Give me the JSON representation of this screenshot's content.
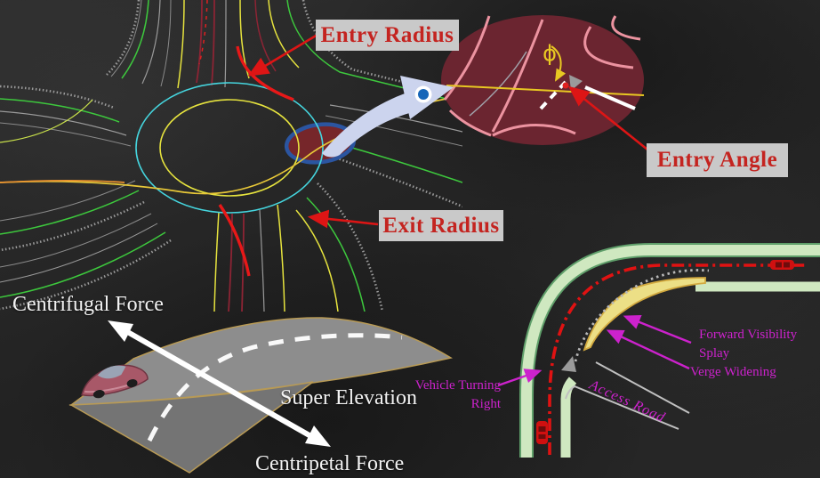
{
  "annotations": {
    "entry_radius": "Entry Radius",
    "exit_radius": "Exit Radius",
    "entry_angle": "Entry Angle"
  },
  "inset": {
    "phi_symbol": "ϕ"
  },
  "force_diagram": {
    "centrifugal": "Centrifugal Force",
    "super_elevation": "Super Elevation",
    "centripetal": "Centripetal Force"
  },
  "junction_diagram": {
    "forward_visibility_line1": "Forward Visibility",
    "forward_visibility_line2": "Splay",
    "verge_widening": "Verge Widening",
    "vehicle_turning_line1": "Vehicle Turning",
    "vehicle_turning_line2": "Right",
    "access_road": "Access Road"
  },
  "colors": {
    "background": "#242424",
    "label_box_bg": "#c9c9c9",
    "label_text_red": "#c42420",
    "annotation_red": "#dd1515",
    "magenta": "#cc22cc",
    "white_text": "#f2f2f2",
    "cad_cyan": "#45d5de",
    "cad_yellow": "#e6e33e",
    "cad_green": "#3dc83d",
    "cad_gray": "#9a9a9a",
    "cad_maroon": "#8c2434",
    "cad_red": "#e81818",
    "inset_maroon": "#6b2530",
    "inset_pink": "#ec93a0",
    "road_gray": "#8d8d8d",
    "road_edge_tan": "#b89a55",
    "verge_green": "#cfe8c0",
    "splay_yellow": "#ecdf86",
    "highlight_blue": "#2b55a0",
    "zoom_arrow": "#ccd4ee"
  }
}
